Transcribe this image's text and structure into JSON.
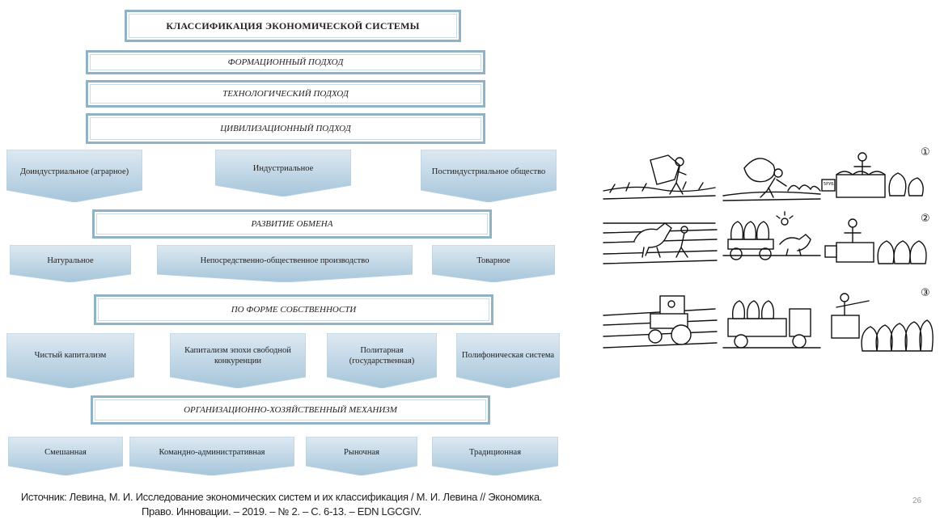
{
  "diagram": {
    "title": "КЛАССИФИКАЦИЯ ЭКОНОМИЧЕСКОЙ СИСТЕМЫ",
    "headers": {
      "formational": "ФОРМАЦИОННЫЙ ПОДХОД",
      "technological": "ТЕХНОЛОГИЧЕСКИЙ ПОДХОД",
      "civilizational": "ЦИВИЛИЗАЦИОННЫЙ ПОДХОД",
      "exchange": "РАЗВИТИЕ ОБМЕНА",
      "ownership": "ПО ФОРМЕ СОБСТВЕННОСТИ",
      "mechanism": "ОРГАНИЗАЦИОННО-ХОЗЯЙСТВЕННЫЙ МЕХАНИЗМ"
    },
    "civilization_types": [
      "Доиндустриальное (аграрное)",
      "Индустриальное",
      "Постиндустриальное общество"
    ],
    "exchange_types": [
      "Натуральное",
      "Непосредственно-общественное производство",
      "Товарное"
    ],
    "ownership_types": [
      "Чистый капитализм",
      "Капитализм эпохи свободной конкуренции",
      "Политарная (государственная)",
      "Полифоническая система"
    ],
    "mechanism_types": [
      "Смешанная",
      "Командно-административная",
      "Рыночная",
      "Традиционная"
    ]
  },
  "illustration": {
    "description_icon": "economic-evolution-sketches",
    "row_numbers": [
      "①",
      "②",
      "③"
    ],
    "sign_text": "5РУБ"
  },
  "footer": {
    "source": "Источник: Левина, М. И. Исследование экономических систем и их классификация / М. И. Левина // Экономика. Право. Инновации. – 2019. – № 2. – С. 6-13. – EDN LGCGIV.",
    "page_number": "26"
  },
  "colors": {
    "box_fill_top": "#d8e8f2",
    "box_fill_bottom": "#a9c8dc",
    "border": "#8fb2c4"
  }
}
